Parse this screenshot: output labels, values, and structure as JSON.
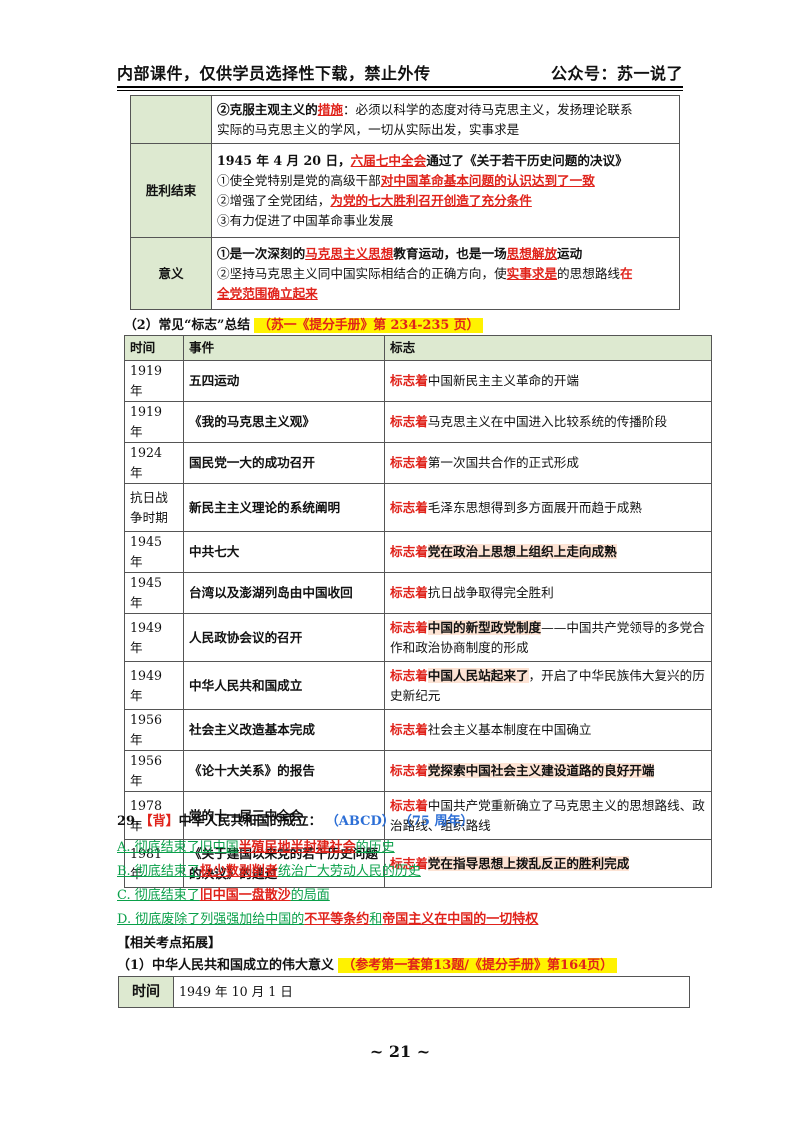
{
  "header": {
    "left": "内部课件，仅供学员选择性下载，禁止外传",
    "right": "公众号：苏一说了"
  },
  "t1": {
    "r0_a": "②克服主观主义的",
    "r0_b": "措施",
    "r0_c": "：必须以科学的态度对待马克思主义，发扬理论联系",
    "r0_d": "实际的马克思主义的学风，一切从实际出发，实事求是",
    "k1": "胜利结束",
    "r1_a": "1945 年 4 月 20 日，",
    "r1_b": "六届七中全会",
    "r1_c": "通过了《关于若干历史问题的决议》",
    "r1_d": "①使全党特别是党的高级干部",
    "r1_e": "对中国革命基本问题的认识达到了一致",
    "r1_f": "②增强了全党团结，",
    "r1_g": "为党的七大胜利召开创造了充分条件",
    "r1_h": "③有力促进了中国革命事业发展",
    "k2": "意义",
    "r2_a": "①是一次深刻的",
    "r2_b": "马克思主义思想",
    "r2_c": "教育运动，也是一场",
    "r2_d": "思想解放",
    "r2_e": "运动",
    "r2_f": "②坚持马克思主义同中国实际相结合的正确方向，使",
    "r2_g": "实事求是",
    "r2_h": "的思想路线",
    "r2_i": "在",
    "r2_j": "全党范围确立起来"
  },
  "sec2": {
    "label": "（2）常见“标志”总结",
    "ref": "（苏一《提分手册》第 234-235 页）"
  },
  "t2": {
    "head": [
      "时间",
      "事件",
      "标志"
    ],
    "mark": "标志着",
    "rows": [
      {
        "y": "1919 年",
        "e": "五四运动",
        "s": "中国新民主主义革命的开端"
      },
      {
        "y": "1919 年",
        "e": "《我的马克思主义观》",
        "s": "马克思主义在中国进入比较系统的传播阶段"
      },
      {
        "y": "1924 年",
        "e": "国民党一大的成功召开",
        "s": "第一次国共合作的正式形成"
      },
      {
        "y": "抗日战争时期",
        "e": "新民主主义理论的系统阐明",
        "s": "毛泽东思想得到多方面展开而趋于成熟"
      },
      {
        "y": "1945 年",
        "e": "中共七大",
        "s": "党在政治上思想上组织上走向成熟"
      },
      {
        "y": "1945 年",
        "e": "台湾以及澎湖列岛由中国收回",
        "s": "抗日战争取得完全胜利"
      },
      {
        "y": "1949 年",
        "e": "人民政协会议的召开",
        "s": "中国的新型政党制度",
        "s2": "——中国共产党领导的多党合作和政治协商制度的形成"
      },
      {
        "y": "1949 年",
        "e": "中华人民共和国成立",
        "s": "中国人民站起来了",
        "s2": "，开启了中华民族伟大复兴的历史新纪元"
      },
      {
        "y": "1956 年",
        "e": "社会主义改造基本完成",
        "s": "社会主义基本制度在中国确立"
      },
      {
        "y": "1956 年",
        "e": "《论十大关系》的报告",
        "s": "党探索中国社会主义建设道路的良好开端"
      },
      {
        "y": "1978 年",
        "e": "党的十一届三中全会",
        "s": "中国共产党重新确立了马克思主义的思想路线、政治路线、组织路线"
      },
      {
        "y": "1981 年",
        "e": "《关于建国以来党的若干历史问题的决议》的通过",
        "s": "党在指导思想上拨乱反正的胜利完成"
      }
    ]
  },
  "q29": {
    "num": "29.",
    "tag": "【背】",
    "stem": "中华人民共和国的成立：",
    "ans": "（ABCD）",
    "note": "（75 周年）",
    "A1": "A. 彻底结束了旧中国",
    "A2": "半殖民地半封建社会",
    "A3": "的历史",
    "B1": "B. 彻底结束了",
    "B2": "极少数剥削者",
    "B3": "统治广大劳动人民的历史",
    "C1": "C. 彻底结束了",
    "C2": "旧中国一盘散沙",
    "C3": "的局面",
    "D1": "D. 彻底废除了列强强加给中国的",
    "D2": "不平等条约",
    "D3": "和",
    "D4": "帝国主义在中国的一切特权"
  },
  "ext": {
    "title": "【相关考点拓展】",
    "sub": "（1）中华人民共和国成立的伟大意义",
    "ref": "（参考第一套第13题/《提分手册》第164页）"
  },
  "t3": {
    "k": "时间",
    "v": "1949 年 10 月 1 日"
  },
  "page": "~ 21 ~"
}
